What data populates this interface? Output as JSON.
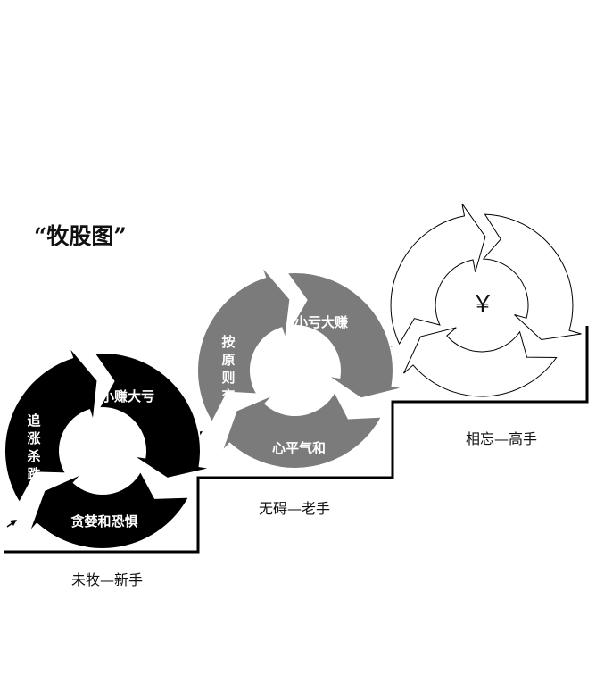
{
  "title": "“牧股图”",
  "stages": [
    {
      "caption": "未牧—新手",
      "color": "#000000",
      "labels": [
        "小赚大亏",
        "贪婪和恐惧",
        "追涨杀跌"
      ]
    },
    {
      "caption": "无碍—老手",
      "color": "#7b7b7b",
      "labels": [
        "小亏大赚",
        "心平气和",
        "按原则交易"
      ]
    },
    {
      "caption": "相忘—高手",
      "color": "#ffffff",
      "labels": [
        "￥"
      ]
    }
  ]
}
